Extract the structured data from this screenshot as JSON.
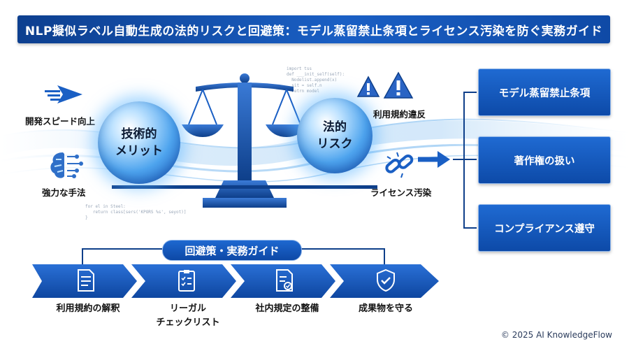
{
  "title": "NLP擬似ラベル自動生成の法的リスクと回避策：モデル蒸留禁止条項とライセンス汚染を防ぐ実務ガイド",
  "left_labels": {
    "speed": "開発スピード向上",
    "method": "強力な手法"
  },
  "orbs": {
    "merit": "技術的\nメリット",
    "risk": "法的\nリスク"
  },
  "risk_labels": {
    "terms_violation": "利用規約違反",
    "license_contamination": "ライセンス汚染"
  },
  "right_boxes": [
    {
      "label": "モデル蒸留禁止条項"
    },
    {
      "label": "著作権の扱い"
    },
    {
      "label": "コンプライアンス遵守"
    }
  ],
  "guide": {
    "title": "回避策・実務ガイド",
    "steps": [
      {
        "label": "利用規約の解釈",
        "icon": "document-icon"
      },
      {
        "label": "リーガル\nチェックリスト",
        "icon": "checklist-icon"
      },
      {
        "label": "社内規定の整備",
        "icon": "policy-document-icon"
      },
      {
        "label": "成果物を守る",
        "icon": "shield-check-icon"
      }
    ]
  },
  "code_snippet_top": "import tss\ndef ___init_self(self):\n  Nodelist.append(x)\n  sit = self.n\n  retrn model",
  "code_snippet_bottom": "for el in Steel:\n   return class[sers('KPORS %s', seyot)]\n}",
  "copyright": "© 2025 AI KnowledgeFlow",
  "colors": {
    "primary": "#1a5fc4",
    "dark": "#0d3f8f",
    "glow": "#4ea4ee"
  }
}
